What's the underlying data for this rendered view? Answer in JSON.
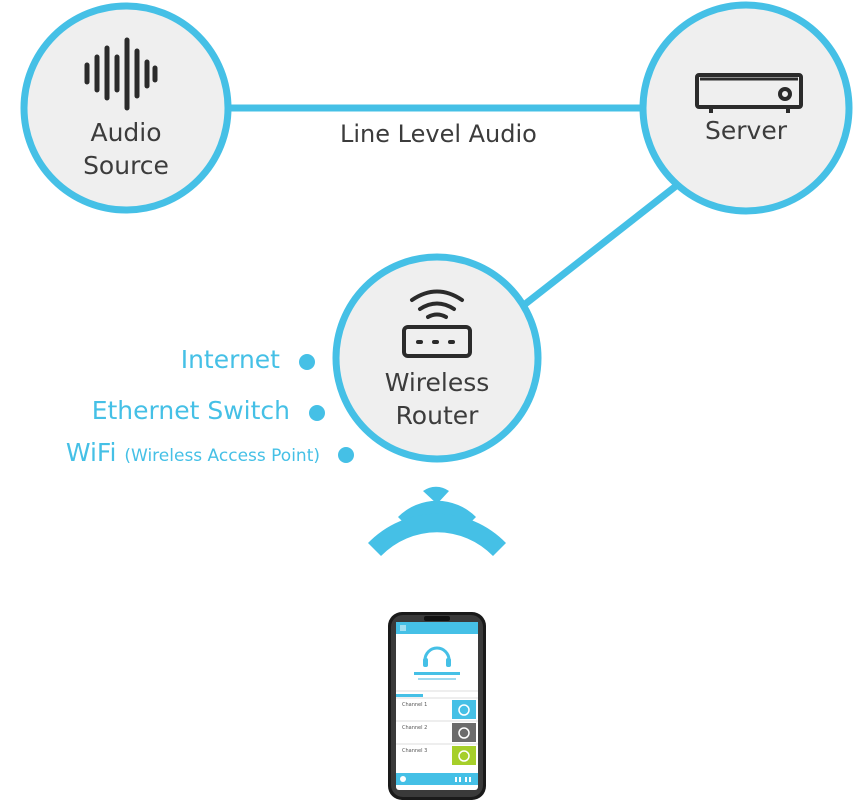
{
  "colors": {
    "accent": "#45c0e6",
    "circle_fill": "#efefef",
    "text": "#3c3c3c",
    "phone_green": "#a6cf2a",
    "phone_gray": "#6b6b6b"
  },
  "nodes": {
    "audio_source": {
      "line1": "Audio",
      "line2": "Source",
      "icon": "sound-wave-icon"
    },
    "server": {
      "label": "Server",
      "icon": "server-box-icon"
    },
    "router": {
      "line1": "Wireless",
      "line2": "Router",
      "icon": "wifi-router-icon"
    }
  },
  "edges": {
    "audio_to_server": "Line Level Audio"
  },
  "router_features": {
    "internet": "Internet",
    "ethernet": "Ethernet Switch",
    "wifi": "WiFi",
    "wifi_note": "(Wireless Access Point)"
  },
  "phone": {
    "icon": "smartphone-app-icon",
    "channels": [
      "Channel 1",
      "Channel 2",
      "Channel 3"
    ]
  }
}
